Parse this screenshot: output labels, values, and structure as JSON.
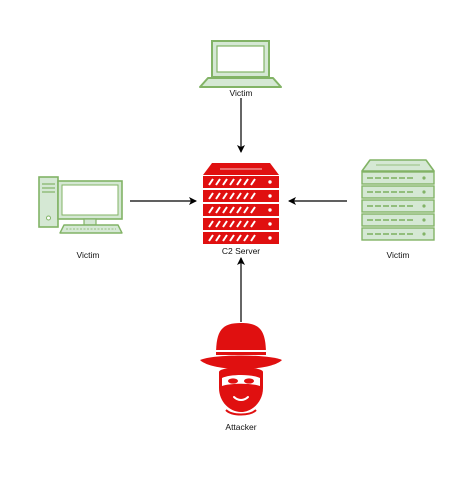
{
  "colors": {
    "victim_fill": "#d5e8d4",
    "victim_stroke": "#82b366",
    "server_fill": "#e01010",
    "attacker_fill": "#e01010",
    "arrow": "#000000"
  },
  "nodes": {
    "victim_laptop": {
      "label": "Victim",
      "icon": "laptop-icon"
    },
    "victim_desktop": {
      "label": "Victim",
      "icon": "desktop-computer-icon"
    },
    "victim_server": {
      "label": "Victim",
      "icon": "server-rack-icon"
    },
    "c2_server": {
      "label": "C2 Server",
      "icon": "server-rack-icon"
    },
    "attacker": {
      "label": "Attacker",
      "icon": "hacker-fedora-icon"
    }
  },
  "edges": [
    {
      "from": "Victim (laptop)",
      "to": "C2 Server"
    },
    {
      "from": "Victim (desktop)",
      "to": "C2 Server"
    },
    {
      "from": "Victim (server)",
      "to": "C2 Server"
    },
    {
      "from": "Attacker",
      "to": "C2 Server"
    }
  ]
}
